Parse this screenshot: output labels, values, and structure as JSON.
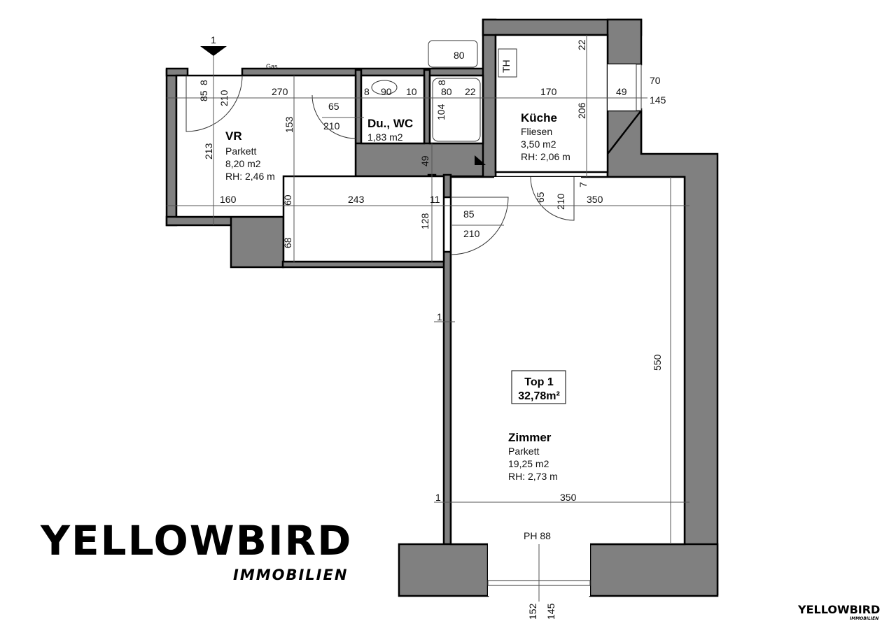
{
  "rooms": {
    "vr": {
      "name": "VR",
      "floor": "Parkett",
      "area": "8,20 m2",
      "height": "RH: 2,46 m"
    },
    "du_wc": {
      "name": "Du., WC",
      "area": "1,83 m2"
    },
    "kueche": {
      "name": "Küche",
      "floor": "Fliesen",
      "area": "3,50 m2",
      "height": "RH: 2,06 m"
    },
    "zimmer": {
      "name": "Zimmer",
      "floor": "Parkett",
      "area": "19,25 m2",
      "height": "RH: 2,73 m"
    }
  },
  "unit": {
    "name": "Top 1",
    "area": "32,78m²"
  },
  "labels": {
    "section_marker": "1",
    "gas": "Gas",
    "th": "TH",
    "ph": "PH 88"
  },
  "dims": [
    "85",
    "8",
    "210",
    "270",
    "8",
    "90",
    "10",
    "8",
    "80",
    "22",
    "80",
    "65",
    "210",
    "104",
    "153",
    "213",
    "49",
    "160",
    "60",
    "243",
    "11",
    "85",
    "210",
    "128",
    "68",
    "22",
    "170",
    "206",
    "70",
    "49",
    "145",
    "65",
    "210",
    "7",
    "350",
    "550",
    "1",
    "350",
    "1",
    "152",
    "145"
  ],
  "logo": {
    "main": "YELLOWBIRD",
    "sub": "IMMOBILIEN"
  }
}
